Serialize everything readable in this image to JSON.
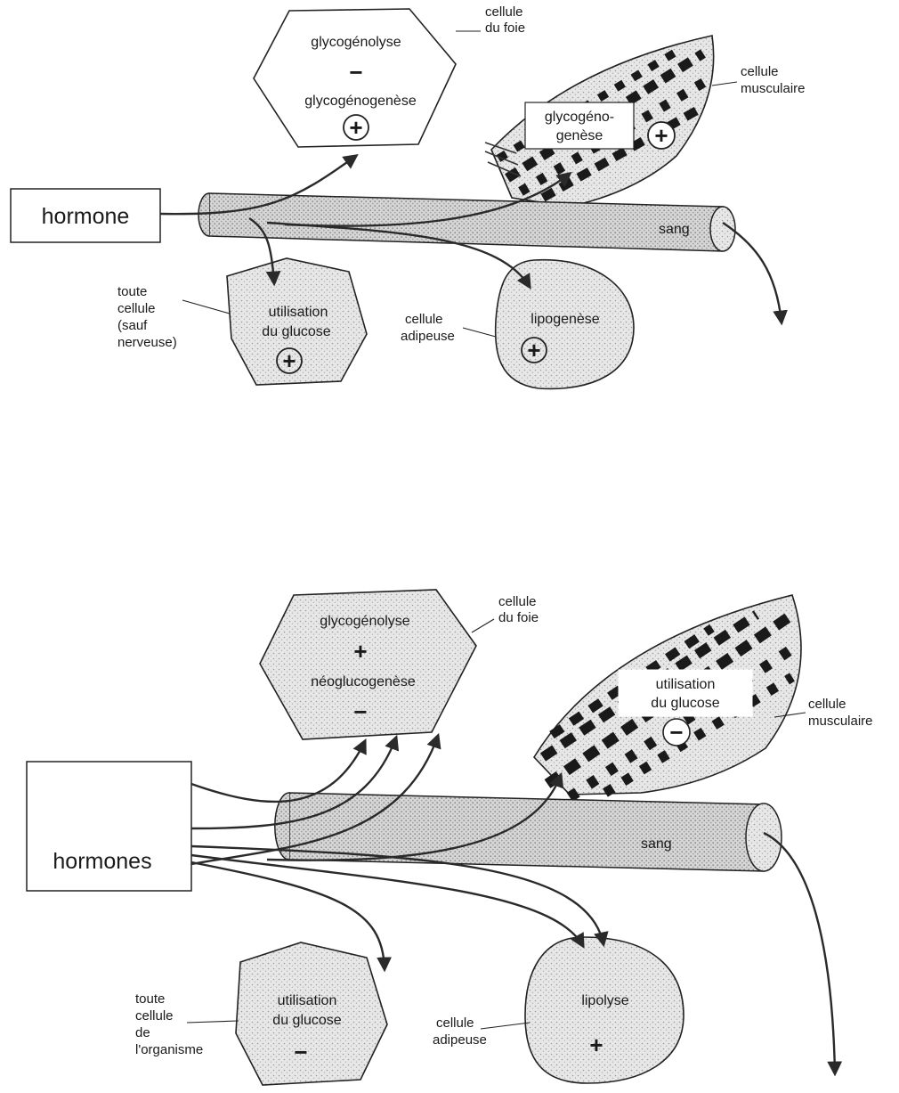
{
  "panel_top": {
    "hormone_box": "hormone",
    "liver": {
      "label_line1": "cellule",
      "label_line2": "du foie",
      "process1": "glycogénolyse",
      "sign1": "−",
      "process2": "glycogénogenèse",
      "sign2": "+"
    },
    "muscle": {
      "label_line1": "cellule",
      "label_line2": "musculaire",
      "process_line1": "glycogéno-",
      "process_line2": "genèse",
      "sign": "+"
    },
    "vessel": "sang",
    "all_cells": {
      "label_line1": "toute",
      "label_line2": "cellule",
      "label_line3": "(sauf",
      "label_line4": "nerveuse)",
      "process_line1": "utilisation",
      "process_line2": "du glucose",
      "sign": "+"
    },
    "adipose": {
      "label_line1": "cellule",
      "label_line2": "adipeuse",
      "process": "lipogenèse",
      "sign": "+"
    }
  },
  "panel_bottom": {
    "hormone_box": "hormones",
    "liver": {
      "label_line1": "cellule",
      "label_line2": "du foie",
      "process1": "glycogénolyse",
      "sign1": "+",
      "process2": "néoglucogenèse",
      "sign2": "−"
    },
    "muscle": {
      "label_line1": "cellule",
      "label_line2": "musculaire",
      "process_line1": "utilisation",
      "process_line2": "du glucose",
      "sign": "−"
    },
    "vessel": "sang",
    "all_cells": {
      "label_line1": "toute",
      "label_line2": "cellule",
      "label_line3": "de",
      "label_line4": "l'organisme",
      "process_line1": "utilisation",
      "process_line2": "du glucose",
      "sign": "−"
    },
    "adipose": {
      "label_line1": "cellule",
      "label_line2": "adipeuse",
      "process": "lipolyse",
      "sign": "+"
    }
  }
}
